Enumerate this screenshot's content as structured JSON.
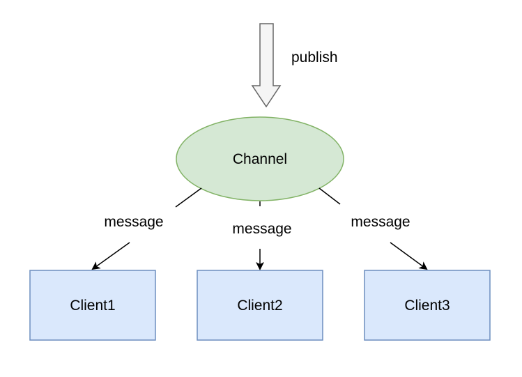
{
  "diagram": {
    "publish_label": "publish",
    "channel": {
      "label": "Channel",
      "fill": "#d5e8d4",
      "stroke": "#82b366"
    },
    "message_labels": [
      "message",
      "message",
      "message"
    ],
    "clients": [
      {
        "label": "Client1"
      },
      {
        "label": "Client2"
      },
      {
        "label": "Client3"
      }
    ],
    "client_style": {
      "fill": "#dae8fc",
      "stroke": "#6c8ebf"
    },
    "publish_arrow_style": {
      "fill": "#f5f5f5",
      "stroke": "#666666"
    }
  }
}
